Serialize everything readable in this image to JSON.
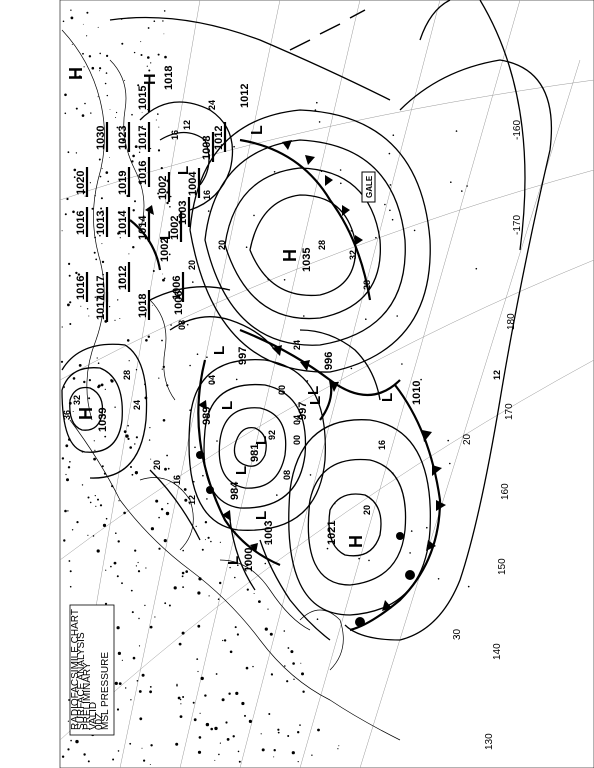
{
  "map": {
    "centres": [
      {
        "id": "h-north-1",
        "letter": "H",
        "value": "1018"
      },
      {
        "id": "h-north-2",
        "letter": "H",
        "value": ""
      },
      {
        "id": "h-center",
        "letter": "H",
        "value": "1035"
      },
      {
        "id": "h-west",
        "letter": "H",
        "value": "1039"
      },
      {
        "id": "h-south",
        "letter": "H",
        "value": "1021"
      },
      {
        "id": "l-ne",
        "letter": "L",
        "value": "1012"
      },
      {
        "id": "l-c1",
        "letter": "L",
        "value": "989"
      },
      {
        "id": "l-c2",
        "letter": "L",
        "value": "981"
      },
      {
        "id": "l-c3",
        "letter": "L",
        "value": "984"
      },
      {
        "id": "l-c4",
        "letter": "L",
        "value": "997"
      },
      {
        "id": "l-c5",
        "letter": "L",
        "value": "996"
      },
      {
        "id": "l-c6",
        "letter": "L",
        "value": "997"
      },
      {
        "id": "l-east",
        "letter": "L",
        "value": "1010"
      },
      {
        "id": "l-sw1",
        "letter": "L",
        "value": "1000"
      },
      {
        "id": "l-sw2",
        "letter": "L",
        "value": "1003"
      },
      {
        "id": "l-mid1",
        "letter": "L",
        "value": "1002"
      },
      {
        "id": "l-mid2",
        "letter": "L",
        "value": "1006"
      }
    ],
    "isobar_labels": [
      "12",
      "16",
      "20",
      "24",
      "28",
      "32",
      "36",
      "04",
      "08",
      "00",
      "92",
      "16",
      "20",
      "24",
      "28",
      "32",
      "08",
      "04",
      "00",
      "12",
      "16",
      "20",
      "24",
      "28",
      "12",
      "16",
      "20"
    ],
    "pressure_values": [
      "1030",
      "1023",
      "1017",
      "1016",
      "1013",
      "1014",
      "1016",
      "1017",
      "1015",
      "1019",
      "1020",
      "1016",
      "1014",
      "1012",
      "1017",
      "1018",
      "1002",
      "1003",
      "1006",
      "1002",
      "1004",
      "1008",
      "1012"
    ],
    "longitude_labels": [
      "-160",
      "-170",
      "180",
      "170",
      "160",
      "150",
      "140",
      "130"
    ],
    "latitude_labels": [
      "20",
      "30"
    ],
    "gale_label": "GALE",
    "legend_lines": [
      "RADIOFACSIMILE CHART",
      "SURFACE ANALYSIS",
      "PRELIMINARY",
      "VALID",
      "00Z",
      "MSL PRESSURE"
    ]
  }
}
